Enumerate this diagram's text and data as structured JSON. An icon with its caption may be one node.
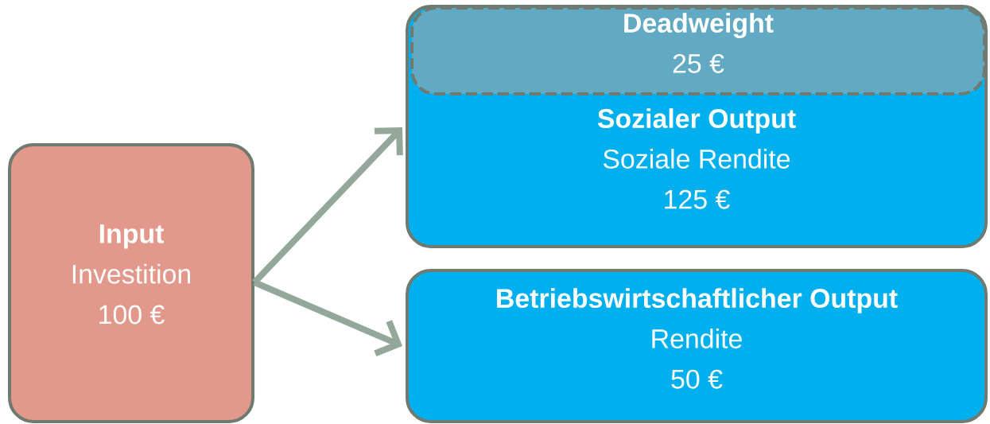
{
  "diagram": {
    "nodes": [
      {
        "text": [
          "Input",
          "Investition",
          "100 €"
        ]
      },
      {
        "text": [
          "Sozialer Output",
          "Soziale Rendite",
          "125 €"
        ]
      },
      {
        "text": [
          "Deadweight",
          "25 €"
        ],
        "in": 1
      },
      {
        "text": [
          "Betriebswirtschaftlicher Output",
          "Rendite",
          "50 €"
        ]
      }
    ],
    "edges": [
      {
        "from": 0,
        "to": 1,
        "arrow": "to"
      },
      {
        "from": 0,
        "to": 3,
        "arrow": "to"
      }
    ]
  }
}
